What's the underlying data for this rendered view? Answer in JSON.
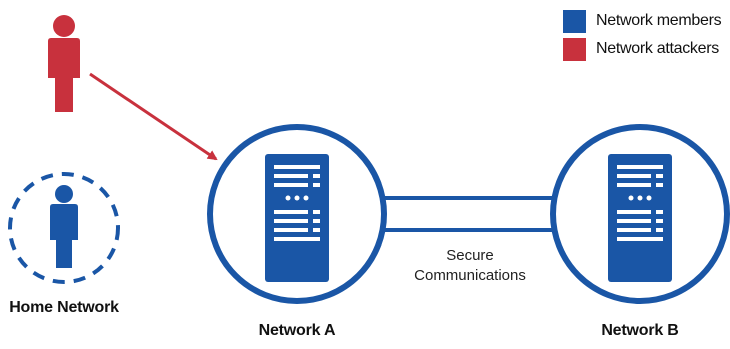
{
  "colors": {
    "member": "#1a56a6",
    "attacker": "#c8313d",
    "text": "#111111",
    "background": "#ffffff"
  },
  "legend": {
    "items": [
      {
        "label": "Network members",
        "color": "#1a56a6"
      },
      {
        "label": "Network attackers",
        "color": "#c8313d"
      }
    ]
  },
  "nodes": {
    "home_network": {
      "label": "Home Network",
      "person_icon": "person-icon"
    },
    "network_a": {
      "label": "Network A",
      "server_icon": "server-icon"
    },
    "network_b": {
      "label": "Network B",
      "server_icon": "server-icon"
    }
  },
  "attacker": {
    "icon": "person-icon",
    "arrow_icon": "arrow-icon"
  },
  "link": {
    "line1": "Secure",
    "line2": "Communications"
  }
}
